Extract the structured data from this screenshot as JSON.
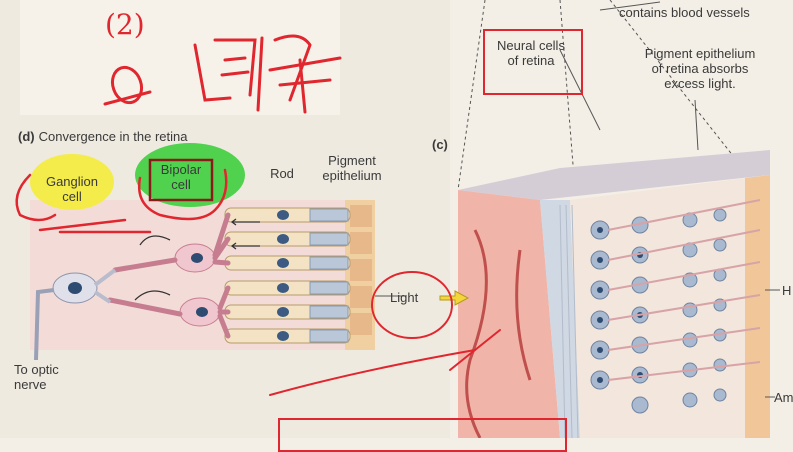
{
  "annotations": {
    "handwritten_number": "(2)"
  },
  "panel_d": {
    "letter": "(d)",
    "title": "Convergence in the retina",
    "labels": {
      "ganglion_cell": "Ganglion\ncell",
      "bipolar_cell": "Bipolar\ncell",
      "rod": "Rod",
      "pigment_epithelium": "Pigment\nepithelium",
      "to_optic_nerve": "To optic\nnerve"
    }
  },
  "panel_c": {
    "letter": "(c)",
    "labels": {
      "neural_cells": "Neural cells\nof retina",
      "blood_vessels": "contains blood vessels",
      "pigment_epithelium_absorbs": "Pigment epithelium\nof retina absorbs\nexcess light.",
      "light": "Light",
      "h_cut": "H",
      "am_cut": "Am"
    }
  },
  "colors": {
    "annotation_red": "#e0262e",
    "highlight_yellow": "#f4ec3a",
    "highlight_green": "#3fcf3f",
    "bipolar_box": "#8b1a1a"
  }
}
